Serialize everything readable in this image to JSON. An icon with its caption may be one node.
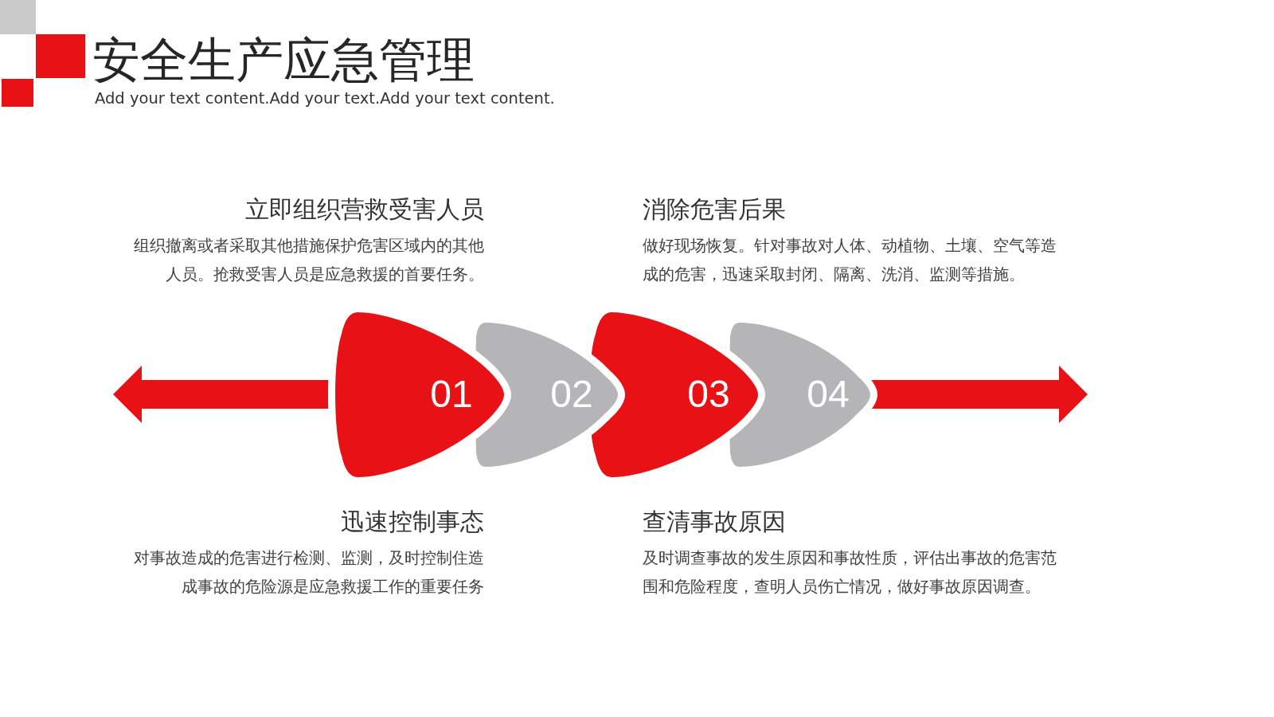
{
  "diagram": {
    "title": "安全生产应急管理",
    "nodes": [
      {
        "text": [
          "01"
        ]
      },
      {
        "text": [
          "02"
        ]
      },
      {
        "text": [
          "03"
        ]
      },
      {
        "text": [
          "04"
        ]
      }
    ],
    "edges": [
      {
        "from": 0,
        "to": null,
        "arrow": "to"
      },
      {
        "from": 3,
        "to": null,
        "arrow": "to"
      }
    ],
    "labels": [
      "Add your text content.Add your text.Add your text content.",
      "立即组织营救受害人员",
      "组织撤离或者采取其他措施保护危害区域内的其他人员。抢救受害人员是应急救援的首要任务。",
      "消除危害后果",
      "做好现场恢复。针对事故对人体、动植物、土壤、空气等造成的危害，迅速采取封闭、隔离、洗消、监测等措施。",
      "迅速控制事态",
      "对事故造成的危害进行检测、监测，及时控制住造成事故的危险源是应急救援工作的重要任务",
      "查清事故原因",
      "及时调查事故的发生原因和事故性质，评估出事故的危害范围和危险程度，查明人员伤亡情况，做好事故原因调查。"
    ]
  }
}
